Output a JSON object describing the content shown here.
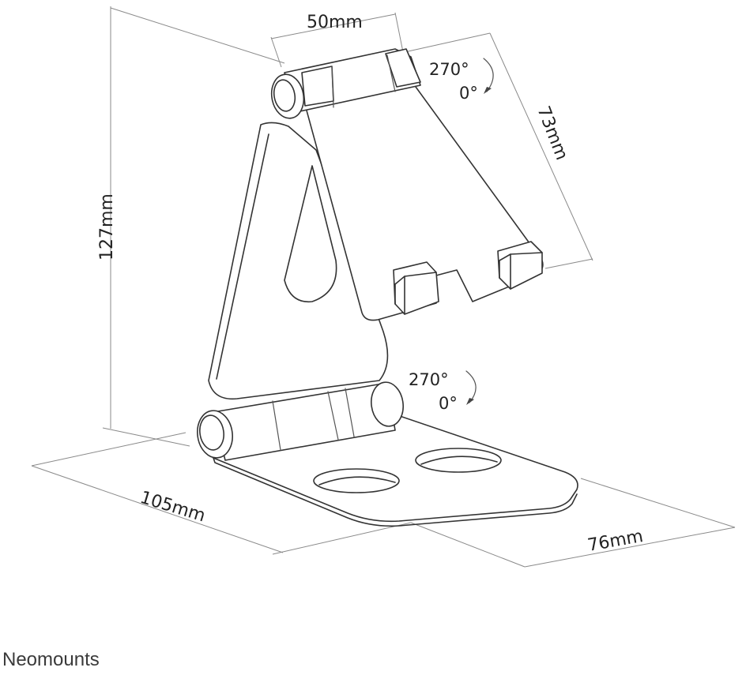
{
  "dimensions": {
    "width_top": "50mm",
    "height": "127mm",
    "plate_height": "73mm",
    "base_length": "105mm",
    "base_width": "76mm"
  },
  "rotation_top": {
    "max": "270°",
    "min": "0°"
  },
  "rotation_bottom": {
    "max": "270°",
    "min": "0°"
  },
  "brand": {
    "name": "Neomounts"
  },
  "colors": {
    "outline": "#333333",
    "dimension_line": "#8a8a8a",
    "text": "#222222"
  }
}
